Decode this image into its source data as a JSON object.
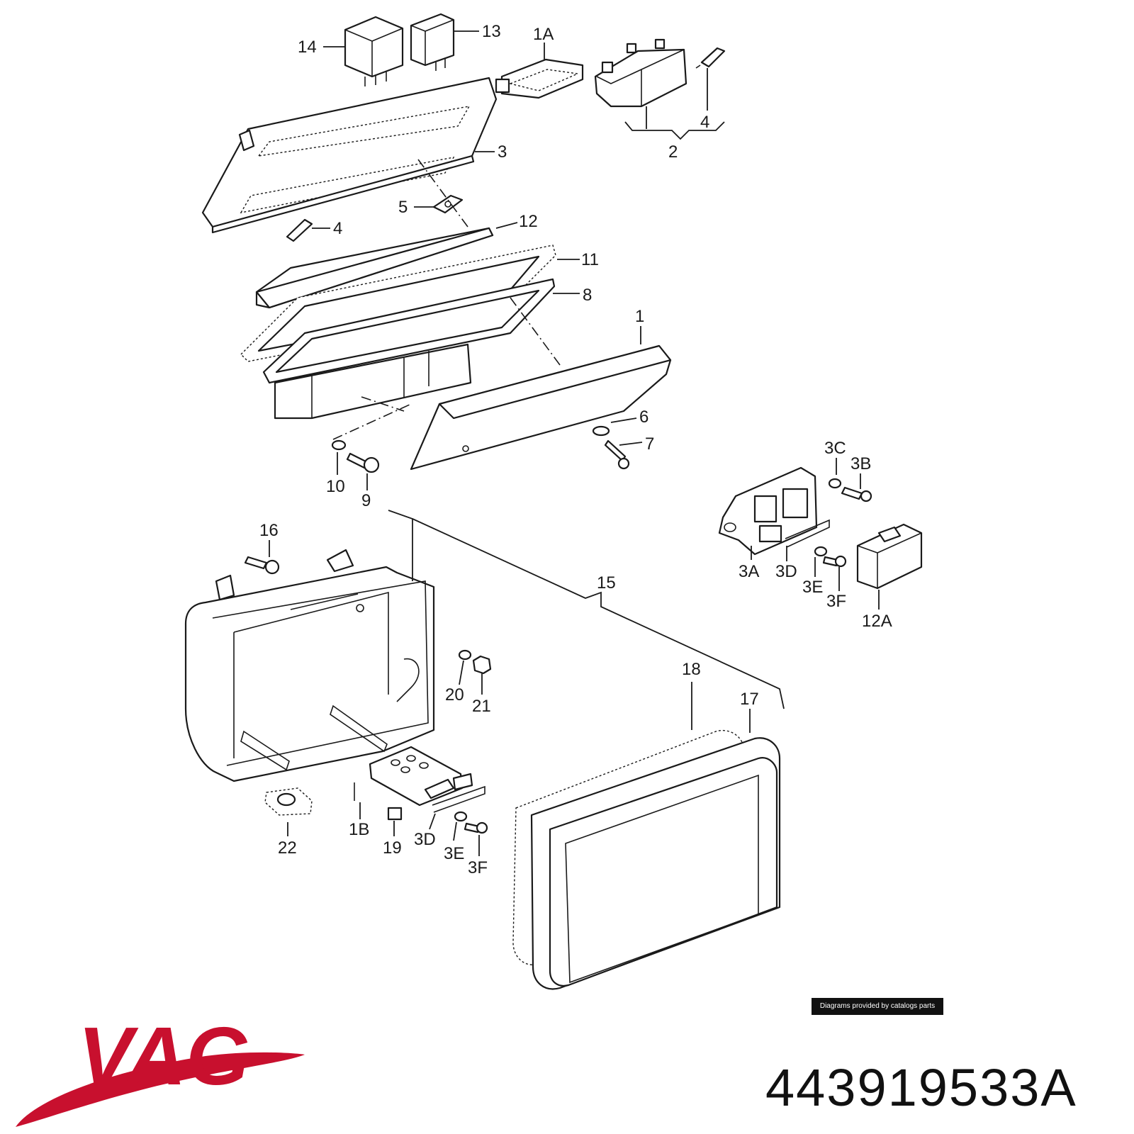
{
  "labels": {
    "l14": "14",
    "l13": "13",
    "l1A": "1A",
    "l2": "2",
    "l4a": "4",
    "l4b": "4",
    "l3": "3",
    "l5": "5",
    "l12": "12",
    "l11": "11",
    "l8": "8",
    "l1": "1",
    "l6": "6",
    "l7": "7",
    "l10": "10",
    "l9": "9",
    "l3C": "3C",
    "l3B": "3B",
    "l3A": "3A",
    "l3D": "3D",
    "l3E": "3E",
    "l3F": "3F",
    "l12A": "12A",
    "l16": "16",
    "l15": "15",
    "l20": "20",
    "l21": "21",
    "l18": "18",
    "l17": "17",
    "l22": "22",
    "l1B": "1B",
    "l19": "19",
    "l3D2": "3D",
    "l3E2": "3E",
    "l3F2": "3F"
  },
  "credit": "Diagrams provided by catalogs parts",
  "brand": {
    "name": "VAG",
    "color": "#c8102e"
  },
  "part_number": "443919533A"
}
